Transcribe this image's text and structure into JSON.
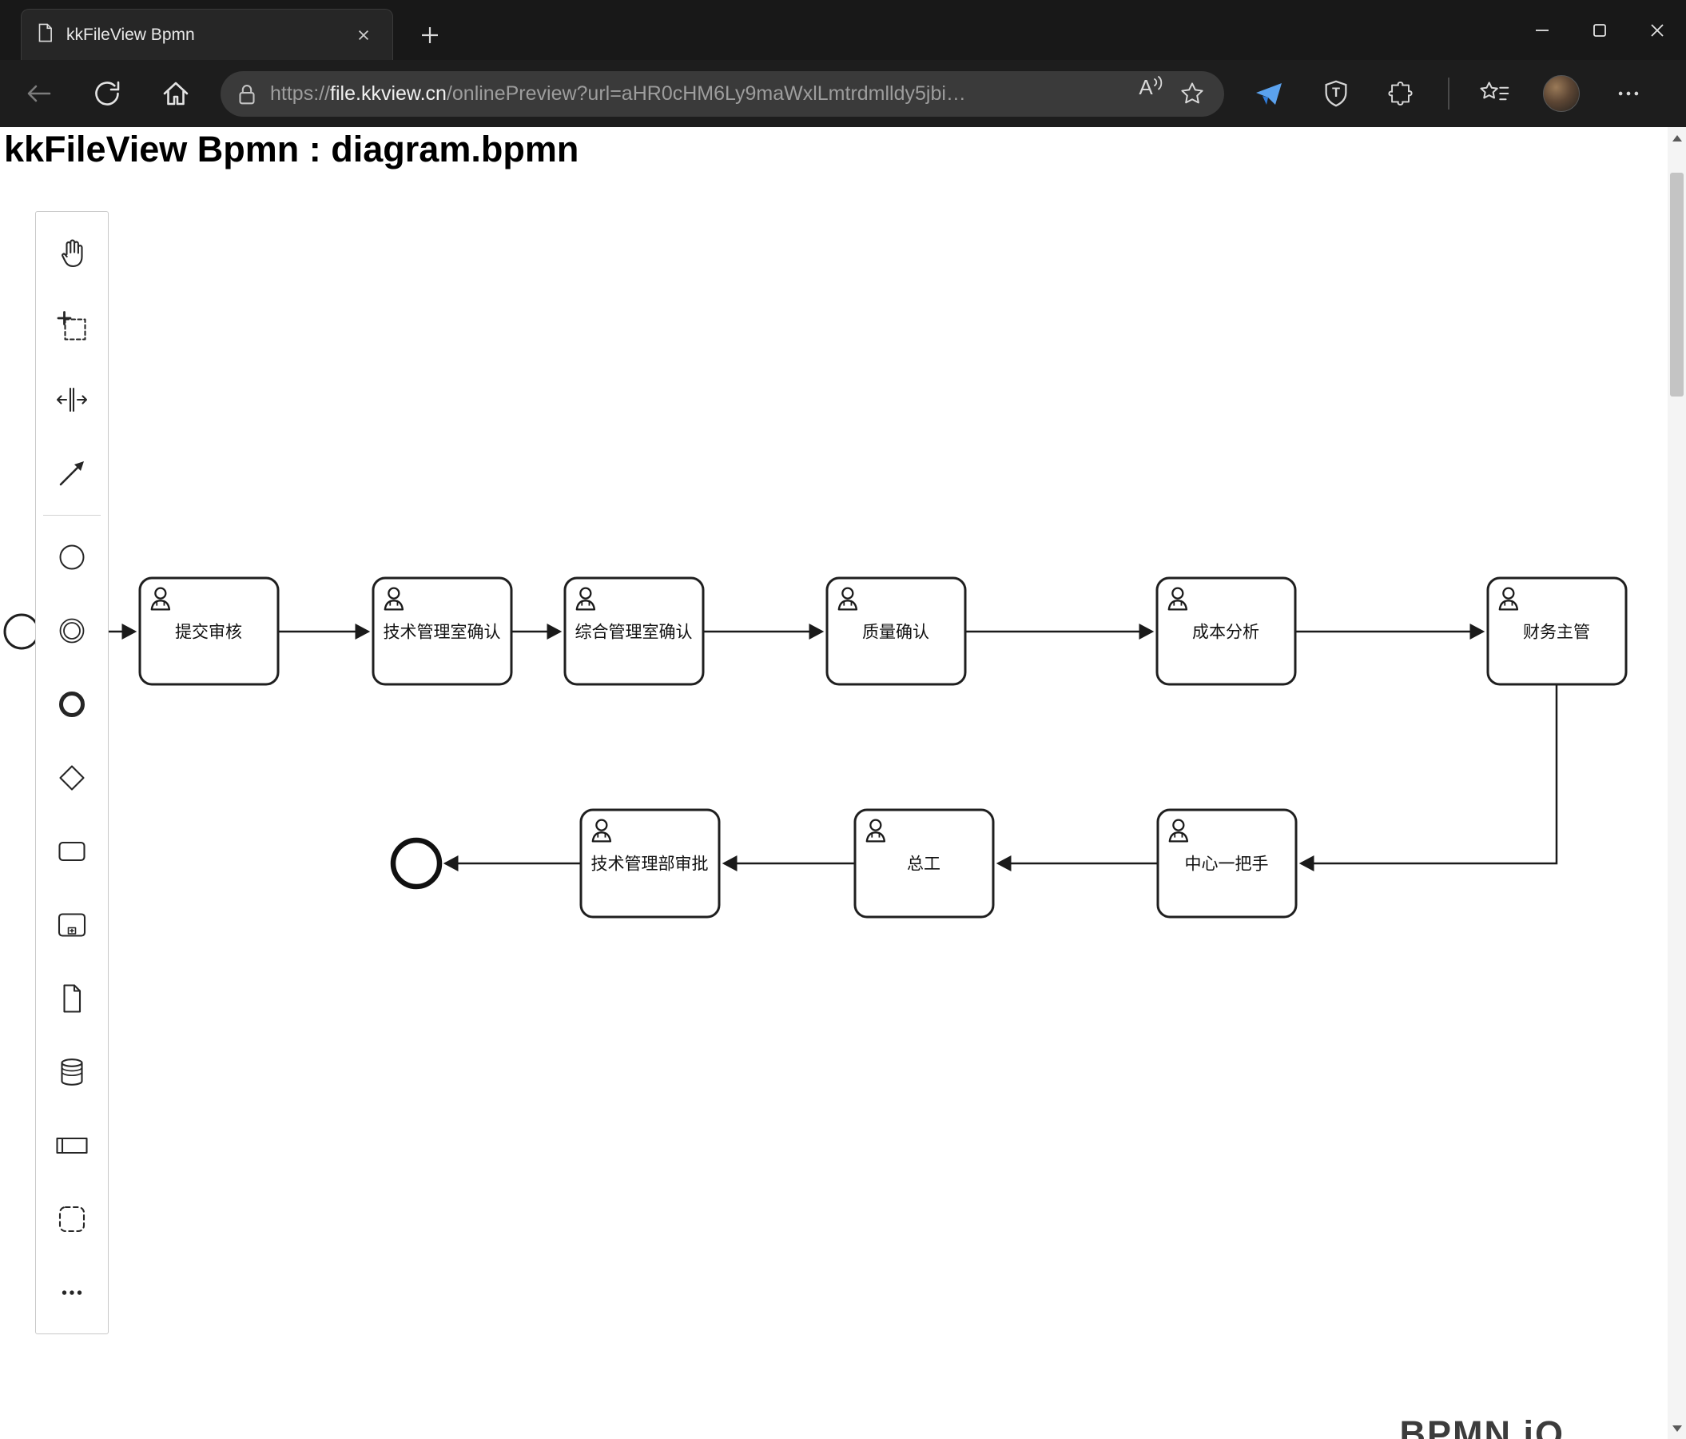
{
  "browser": {
    "tab_title": "kkFileView Bpmn",
    "url_scheme": "https://",
    "url_domain": "file.kkview.cn",
    "url_path": "/onlinePreview?url=aHR0cHM6Ly9maWxlLmtrdmlldy5jbi…",
    "read_aloud_label": "A",
    "shield_badge": "T"
  },
  "page": {
    "heading": "kkFileView Bpmn : diagram.bpmn",
    "watermark": "BPMN iO"
  },
  "palette": {
    "tools": [
      "hand-tool",
      "lasso-tool",
      "space-tool",
      "global-connect-tool"
    ],
    "elements": [
      "start-event",
      "intermediate-event",
      "end-event",
      "exclusive-gateway",
      "task",
      "subprocess",
      "data-object",
      "data-store",
      "participant",
      "group",
      "more-options"
    ]
  },
  "diagram": {
    "type": "bpmn-process",
    "tasks": [
      {
        "label": "提交审核"
      },
      {
        "label": "技术管理室确认"
      },
      {
        "label": "综合管理室确认"
      },
      {
        "label": "质量确认"
      },
      {
        "label": "成本分析"
      },
      {
        "label": "财务主管"
      },
      {
        "label": "中心一把手"
      },
      {
        "label": "总工"
      },
      {
        "label": "技术管理部审批"
      }
    ],
    "flow": [
      "start-event",
      "提交审核",
      "技术管理室确认",
      "综合管理室确认",
      "质量确认",
      "成本分析",
      "财务主管",
      "中心一把手",
      "总工",
      "技术管理部审批",
      "end-event"
    ]
  }
}
